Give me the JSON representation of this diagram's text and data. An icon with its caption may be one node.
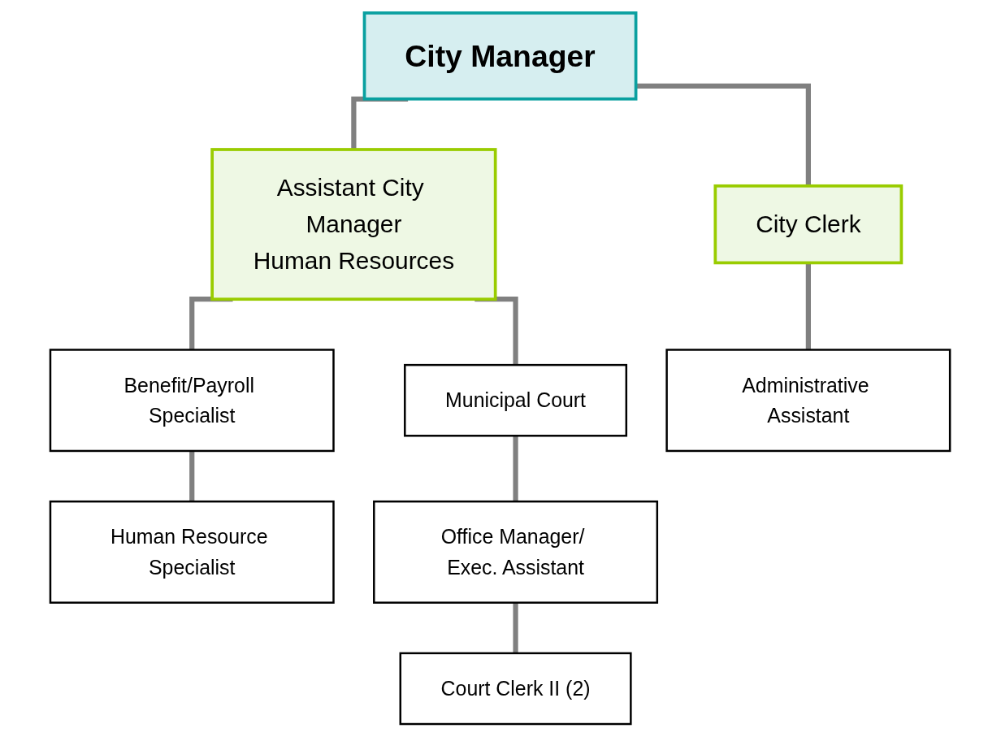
{
  "diagram": {
    "nodes": [
      {
        "text": [
          "City Manager"
        ]
      },
      {
        "text": [
          "Assistant City Manager",
          "Human Resources"
        ]
      },
      {
        "text": [
          "City Clerk"
        ]
      },
      {
        "text": [
          "Benefit/Payroll Specialist"
        ]
      },
      {
        "text": [
          "Municipal Court"
        ]
      },
      {
        "text": [
          "Administrative Assistant"
        ]
      },
      {
        "text": [
          "Human Resource Specialist"
        ]
      },
      {
        "text": [
          "Office Manager/ Exec. Assistant"
        ]
      },
      {
        "text": [
          "Court Clerk II (2)"
        ]
      }
    ],
    "edges": [
      {
        "from": 0,
        "to": 1,
        "arrow": "none"
      },
      {
        "from": 0,
        "to": 2,
        "arrow": "none"
      },
      {
        "from": 1,
        "to": 3,
        "arrow": "none"
      },
      {
        "from": 1,
        "to": 4,
        "arrow": "none"
      },
      {
        "from": 2,
        "to": 5,
        "arrow": "none"
      },
      {
        "from": 3,
        "to": 6,
        "arrow": "none"
      },
      {
        "from": 4,
        "to": 7,
        "arrow": "none"
      },
      {
        "from": 7,
        "to": 8,
        "arrow": "none"
      }
    ]
  }
}
